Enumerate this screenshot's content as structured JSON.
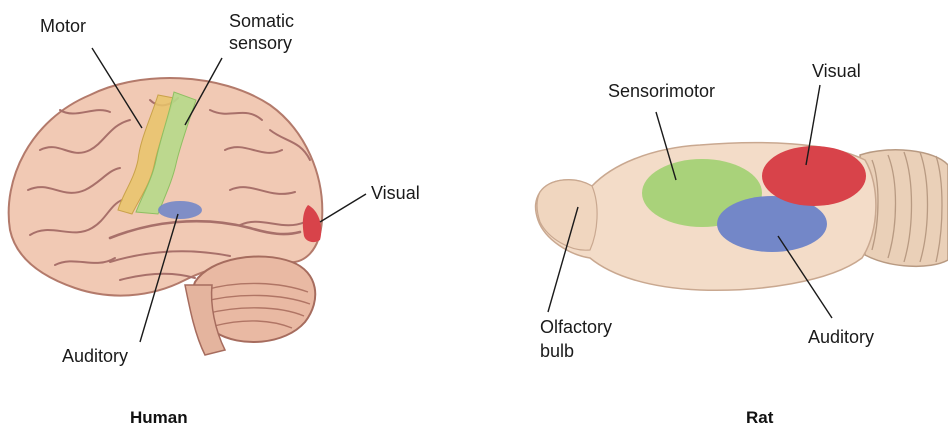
{
  "panels": [
    {
      "caption": "Human",
      "labels": {
        "motor": "Motor",
        "somatic_line1": "Somatic",
        "somatic_line2": "sensory",
        "visual": "Visual",
        "auditory": "Auditory"
      }
    },
    {
      "caption": "Rat",
      "labels": {
        "sensorimotor": "Sensorimotor",
        "visual": "Visual",
        "olfactory_line1": "Olfactory",
        "olfactory_line2": "bulb",
        "auditory": "Auditory"
      }
    }
  ],
  "colors": {
    "motor": "#e9c46a",
    "somatic_sensory": "#b6d98a",
    "visual": "#d8434a",
    "auditory": "#7387c8",
    "sensorimotor": "#a9d27a",
    "brain_tissue": "#f1c9b4",
    "sulci": "#a8706a",
    "rat_brain": "#f3dcc8"
  }
}
